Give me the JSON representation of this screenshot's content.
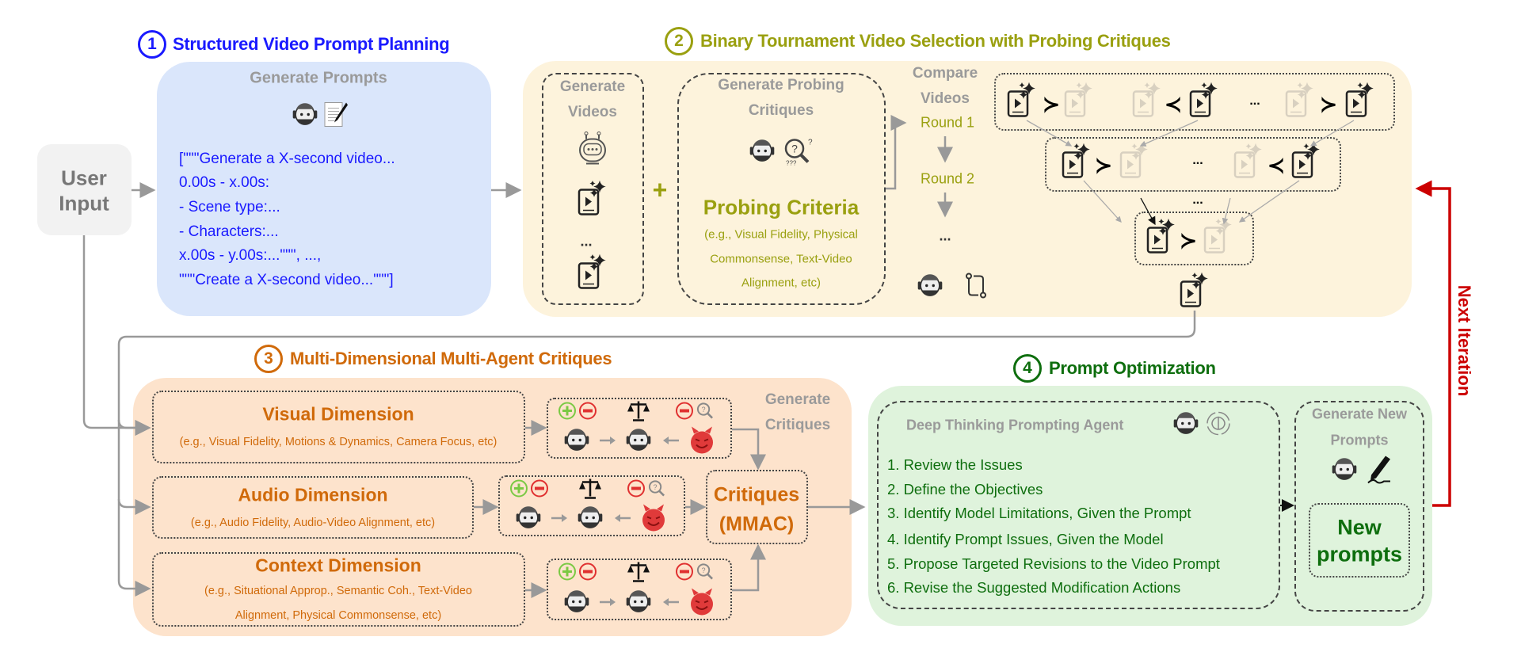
{
  "colors": {
    "step1": "#1a1aff",
    "step2": "#9aa010",
    "step3": "#d06a0a",
    "step4": "#0e6e0e",
    "next_iteration": "#cc0000",
    "panel1_bg": "#dae6fb",
    "panel2_bg": "#fdf3dc",
    "panel3_bg": "#fde3cc",
    "panel4_bg": "#dff3dc"
  },
  "user_input": {
    "line1": "User",
    "line2": "Input"
  },
  "step1": {
    "number": "1",
    "title": "Structured Video Prompt Planning",
    "action": "Generate Prompts",
    "prompt_lines": [
      "[\"\"\"Generate a X-second video...",
      "0.00s - x.00s:",
      "- Scene type:...",
      "- Characters:...",
      "x.00s - y.00s:...\"\"\", ...,",
      "\"\"\"Create a X-second video...\"\"\"]"
    ]
  },
  "step2": {
    "number": "2",
    "title": "Binary Tournament Video Selection with Probing Critiques",
    "generate_videos": [
      "Generate",
      "Videos"
    ],
    "ellipsis": "...",
    "plus": "+",
    "probing_header": [
      "Generate Probing",
      "Critiques"
    ],
    "criteria_title": "Probing Criteria",
    "criteria_examples": [
      "(e.g., Visual Fidelity, Physical",
      "Commonsense, Text-Video",
      "Alignment, etc)"
    ],
    "compare": [
      "Compare",
      "Videos"
    ],
    "rounds": [
      "Round 1",
      "Round 2",
      "..."
    ],
    "gt": "≻",
    "lt": "≺"
  },
  "step3": {
    "number": "3",
    "title": "Multi-Dimensional Multi-Agent Critiques",
    "dimensions": [
      {
        "title": "Visual Dimension",
        "examples": [
          "(e.g., Visual Fidelity, Motions & Dynamics, Camera Focus, etc)"
        ]
      },
      {
        "title": "Audio Dimension",
        "examples": [
          "(e.g., Audio Fidelity, Audio-Video Alignment, etc)"
        ]
      },
      {
        "title": "Context Dimension",
        "examples": [
          "(e.g., Situational Approp., Semantic Coh., Text-Video",
          "Alignment, Physical Commonsense, etc)"
        ]
      }
    ],
    "generate_critiques": [
      "Generate",
      "Critiques"
    ],
    "mmac": [
      "Critiques",
      "(MMAC)"
    ]
  },
  "step4": {
    "number": "4",
    "title": "Prompt Optimization",
    "agent_title": "Deep Thinking Prompting Agent",
    "steps": [
      "1. Review the Issues",
      "2. Define the Objectives",
      "3. Identify Model Limitations, Given the Prompt",
      "4. Identify Prompt Issues, Given the Model",
      "5. Propose Targeted Revisions to the Video Prompt",
      "6. Revise the Suggested Modification Actions"
    ],
    "generate_new": [
      "Generate New",
      "Prompts"
    ],
    "new_prompts": [
      "New",
      "prompts"
    ]
  },
  "next_iteration": "Next Iteration"
}
